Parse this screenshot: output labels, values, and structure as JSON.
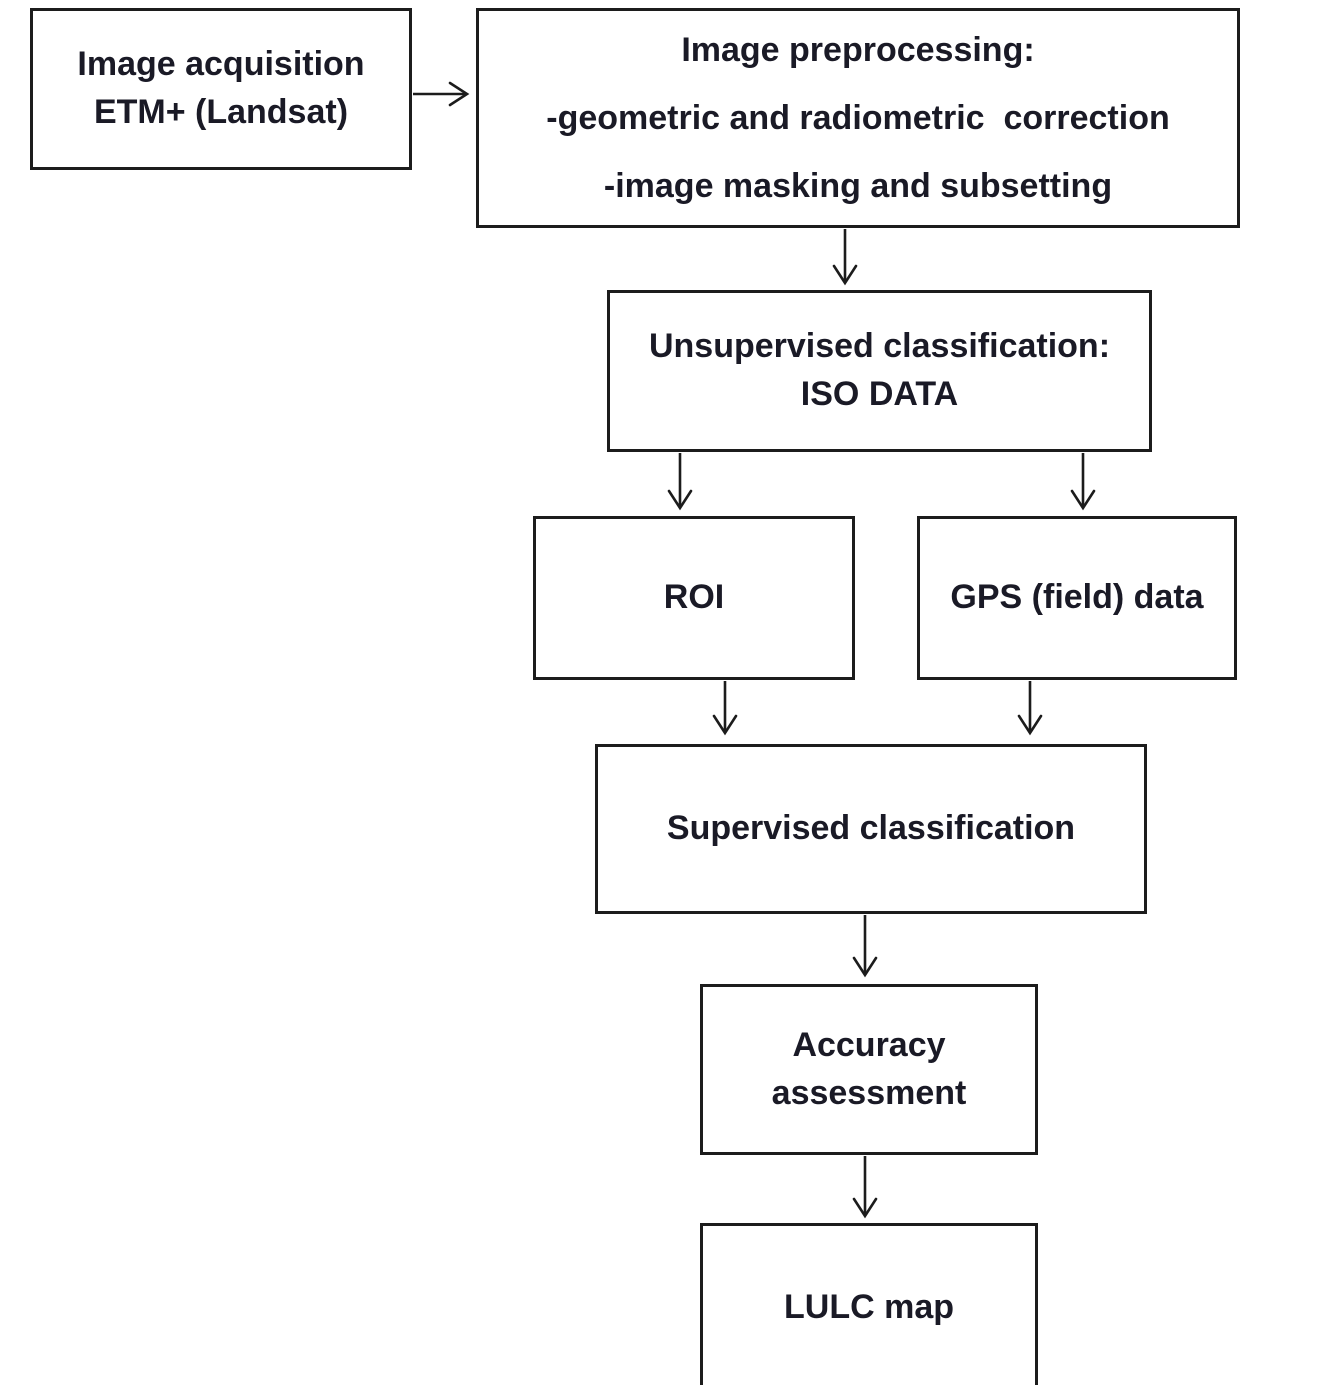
{
  "colors": {
    "background": "#ffffff",
    "box_border": "#1c1c1c",
    "text": "#1a1a26",
    "arrow": "#1c1c1c"
  },
  "nodes": {
    "acquisition": {
      "line1": "Image acquisition",
      "line2": "ETM+ (Landsat)"
    },
    "preprocessing": {
      "line1": "Image preprocessing:",
      "line2": "-geometric and radiometric  correction",
      "line3": "-image masking and subsetting"
    },
    "unsupervised": {
      "line1": "Unsupervised classification:",
      "line2": "ISO DATA"
    },
    "roi": {
      "label": "ROI"
    },
    "gps": {
      "label": "GPS (field) data"
    },
    "supervised": {
      "label": "Supervised classification"
    },
    "accuracy": {
      "line1": "Accuracy",
      "line2": "assessment"
    },
    "lulc": {
      "label": "LULC map"
    }
  },
  "edges": [
    {
      "from": "Image acquisition ETM+ (Landsat)",
      "to": "Image preprocessing"
    },
    {
      "from": "Image preprocessing",
      "to": "Unsupervised classification: ISO DATA"
    },
    {
      "from": "Unsupervised classification: ISO DATA",
      "to": "ROI"
    },
    {
      "from": "Unsupervised classification: ISO DATA",
      "to": "GPS (field) data"
    },
    {
      "from": "ROI",
      "to": "Supervised classification"
    },
    {
      "from": "GPS (field) data",
      "to": "Supervised classification"
    },
    {
      "from": "Supervised classification",
      "to": "Accuracy assessment"
    },
    {
      "from": "Accuracy assessment",
      "to": "LULC map"
    }
  ]
}
